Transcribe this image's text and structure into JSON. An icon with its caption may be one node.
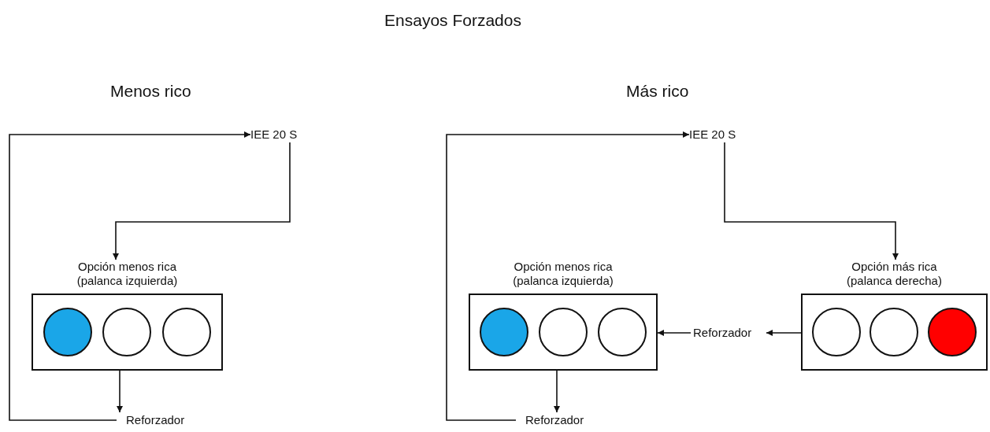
{
  "diagram": {
    "title": "Ensayos Forzados",
    "nodes": [
      {
        "text": [
          "IEE 20 S"
        ]
      },
      {
        "text": [
          "Opción menos rica (palanca izquierda)"
        ]
      },
      {
        "text": [],
        "shape": "circle",
        "in": 1
      },
      {
        "text": [],
        "shape": "circle",
        "in": 1
      },
      {
        "text": [],
        "shape": "circle",
        "in": 1
      },
      {
        "text": [
          "Reforzador"
        ]
      },
      {
        "text": [
          "IEE 20 S"
        ]
      },
      {
        "text": [
          "Opción menos rica (palanca izquierda)"
        ]
      },
      {
        "text": [],
        "shape": "circle",
        "in": 7
      },
      {
        "text": [],
        "shape": "circle",
        "in": 7
      },
      {
        "text": [],
        "shape": "circle",
        "in": 7
      },
      {
        "text": [
          "Opción más rica (palanca derecha)"
        ]
      },
      {
        "text": [],
        "shape": "circle",
        "in": 11
      },
      {
        "text": [],
        "shape": "circle",
        "in": 11
      },
      {
        "text": [],
        "shape": "circle",
        "in": 11
      },
      {
        "text": [
          "Reforzador"
        ]
      },
      {
        "text": [
          "Reforzador"
        ]
      }
    ],
    "edges": [
      {
        "from": 5,
        "to": 0,
        "arrow": "to"
      },
      {
        "from": 0,
        "to": 1,
        "arrow": "to"
      },
      {
        "from": 1,
        "to": 5,
        "arrow": "to"
      },
      {
        "from": 16,
        "to": 6,
        "arrow": "to"
      },
      {
        "from": 6,
        "to": 11,
        "arrow": "to"
      },
      {
        "from": 11,
        "to": 15,
        "arrow": "to"
      },
      {
        "from": 15,
        "to": 7,
        "arrow": "to"
      },
      {
        "from": 7,
        "to": 16,
        "arrow": "to"
      }
    ],
    "labels": [
      "Menos rico",
      "Más rico"
    ]
  }
}
